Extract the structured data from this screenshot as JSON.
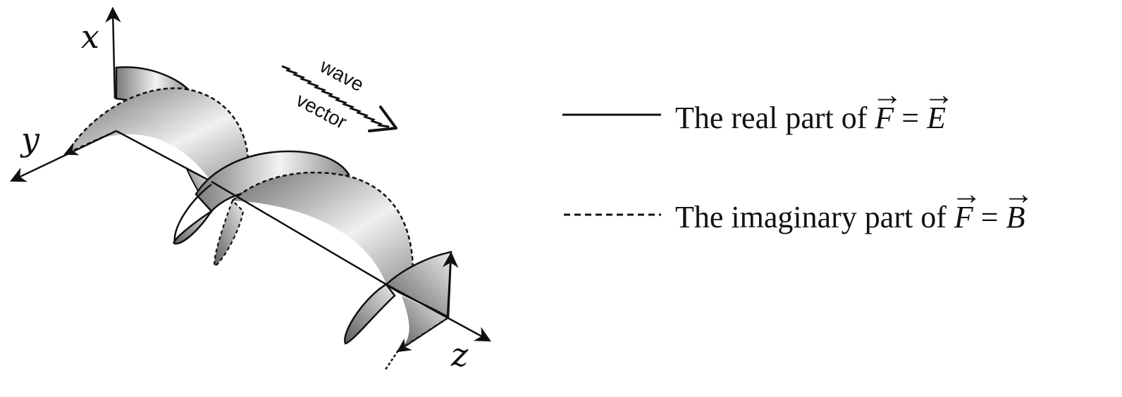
{
  "axes": {
    "x_label": "x",
    "y_label": "y",
    "z_label": "z"
  },
  "wave_vector": {
    "line1": "wave",
    "line2": "vector"
  },
  "legend": {
    "real": {
      "prefix": "The real part of ",
      "lhs": "F",
      "eq": " = ",
      "rhs": "E"
    },
    "imag": {
      "prefix": "The imaginary part of ",
      "lhs": "F",
      "eq": " = ",
      "rhs": "B"
    }
  },
  "colors": {
    "stroke": "#111111",
    "shade_light": "#f4f4f4",
    "shade_dark": "#6a6a6a"
  }
}
